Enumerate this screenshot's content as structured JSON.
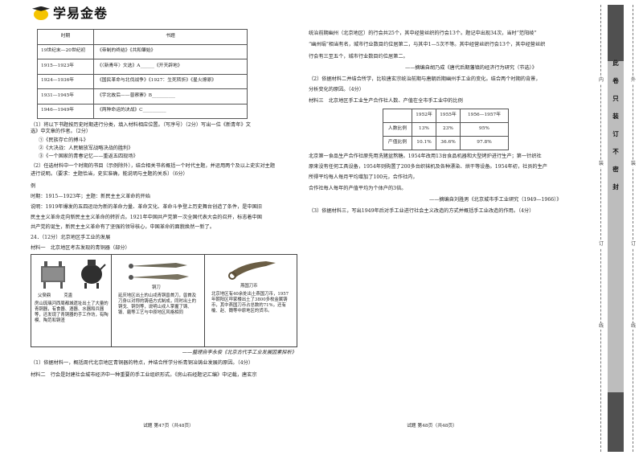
{
  "logo": {
    "text": "学易金卷"
  },
  "left": {
    "table": {
      "headers": [
        "时期",
        "书题"
      ],
      "rows": [
        [
          "19世纪末—20世纪初",
          "《帝制的终结》《共和肇始》"
        ],
        [
          "1915—1923年",
          "《〈新青年〉文选》A______《开天辟地》"
        ],
        [
          "1924—1936年",
          "《国民革命与北伐战争》《1927：生死转折》《星火燎原》"
        ],
        [
          "1931—1945年",
          "《宇北故后——普察寨》B__________"
        ],
        [
          "1946—1949年",
          "《两种命运的决战》C__________"
        ]
      ]
    },
    "q1": "（1）将以下书题按历史时期进行分类，填入材料相应位置。（写序号）（2分）写出一位《新青年》文",
    "q1b": "选》中文章的作者。（2分）",
    "options": [
      "①《民族存亡的搏斗》",
      "②《大决战：人民解放军战略决战的胜利》",
      "③《一个国家的青春记忆——重返五四现场》"
    ],
    "q2": "（2）任选材料中一个时期的书目（示例除外），结合相关书名概括一个时代主题，并运用两个及以上史实对主题",
    "q2b": "进行说明。（要求：主题恰当，史实准确，能说明与主题的关系）（6分）",
    "example_label": "例",
    "example_period": "时期：1915—1923年；主题：新民主主义革命的开始",
    "example_text": [
      "说明：1919年爆发的五四运动为新的革命力量、革命文化、革命斗争登上历史舞台创造了条件，是中国旧",
      "民主主义革命走向新民主主义革命的转折点。1921年中国共产党第一次全国代表大会的召开，标志着中国",
      "共产党的诞生，新民主主义革命有了坚强的领导核心，中国革命的面貌焕然一新了。"
    ],
    "q24": "24．（12分）北京地区手工业的发展",
    "m1_title": "材料一　北京地区考古发现的青铜器（部分）",
    "m1_items": [
      {
        "names": "父癸鼎　　　克盉",
        "caption": "房山琉璃河西周都城遗址出土了大量的青铜器，有食器、酒器、水器和兵器等，还发现了青铜器的手工作坊，有陶模、陶范和铜渣"
      },
      {
        "names": "铜刀",
        "caption": "延庆地区出土的山戎青铜兽首刀，兽首及刀身以对称的铸造方式制成，同时出土的铜戈、铜剑等，说明山戎人掌握了铸、锻、磨等工艺与中原地区风格相同"
      },
      {
        "names": "燕国刀币",
        "caption": "北京地区有40余处出土燕国刀币，1957年朝阳区呼家楼出土了3800多枚金属铸币，其中燕国刀币占总数的71%，还有榆、赵、魏等中原地区的货币。"
      }
    ],
    "m1_ref": "——整理自李永俊《北京古代手工业发展因素探析》",
    "q24_1": "（1）依据材料一，概括周代北京地区青铜器的特点，并结合所学分析青铜冶铸业发展的原因。（4分）",
    "m2": "材料二　行会是封建社会城市经济中一种重要的手工业组织形式。《房山石经题记汇编》中记载，唐玄宗",
    "page_footer": "试题  第47页（共48页）"
  },
  "right": {
    "m2_cont": [
      "统治前期幽州（北京地区）的行会共25个，其中经营丝织的行会13个。题记中出现34次，当时“范阳绫”",
      "“幽州绢”相当有名，城市行业数目约位居第二，与其中1—5次不等。其中经营丝织行会13个，其中经营丝织",
      "行会有三至五个，城市行业数目约位居第二。"
    ],
    "m2_ref": "——摘编自胡乃成《唐代后期藩镇的经济行为研究（节选）》",
    "q2": "（2）依据材料二并结合所学，比较唐玄宗统治前期与唐朝后期幽州手工业的变化。结合两个时期的背景，",
    "q2b": "分析变化的原因。（4分）",
    "m3_title": "材料三　北京地区手工业生产合作社人数、产值在全市手工业中的比例",
    "stats": {
      "headers": [
        "",
        "1952年",
        "1955年",
        "1956—1957年"
      ],
      "rows": [
        [
          "人数比例",
          "13%",
          "23%",
          "95%"
        ],
        [
          "产值比例",
          "10.1%",
          "36.6%",
          "97.8%"
        ]
      ]
    },
    "m3_text": [
      "北京第一食品生产合作社原先用洗猪盆熬糖。1954年改用13台食品机器和大型烤炉进行生产；第一针织社",
      "原来没有任何工具设备，1954年则购置了200多台织袜机及各种漂染、烘干等设备。1954年初，社员的生产",
      "所得平均每人每月平均增加了100元，合作社内，"
    ],
    "m3_text2": "合作社每人每年的产值平均为个体户的3倍。",
    "m3_ref": "——摘编自刘胜男《北京城市手工业研究（1949—1966）》",
    "q3": "（3）依据材料三，写出1949年后对手工业进行社会主义改造的方式并概括手工业改造的作用。（4分）",
    "page_footer": "试题  第48页（共48页）"
  },
  "binding": {
    "labels": [
      "此",
      "卷",
      "只",
      "装",
      "订",
      "不",
      "密",
      "封"
    ],
    "side_outer": [
      "外",
      "装",
      "订",
      "线"
    ],
    "side_inner": [
      "内",
      "装",
      "订",
      "线"
    ]
  }
}
